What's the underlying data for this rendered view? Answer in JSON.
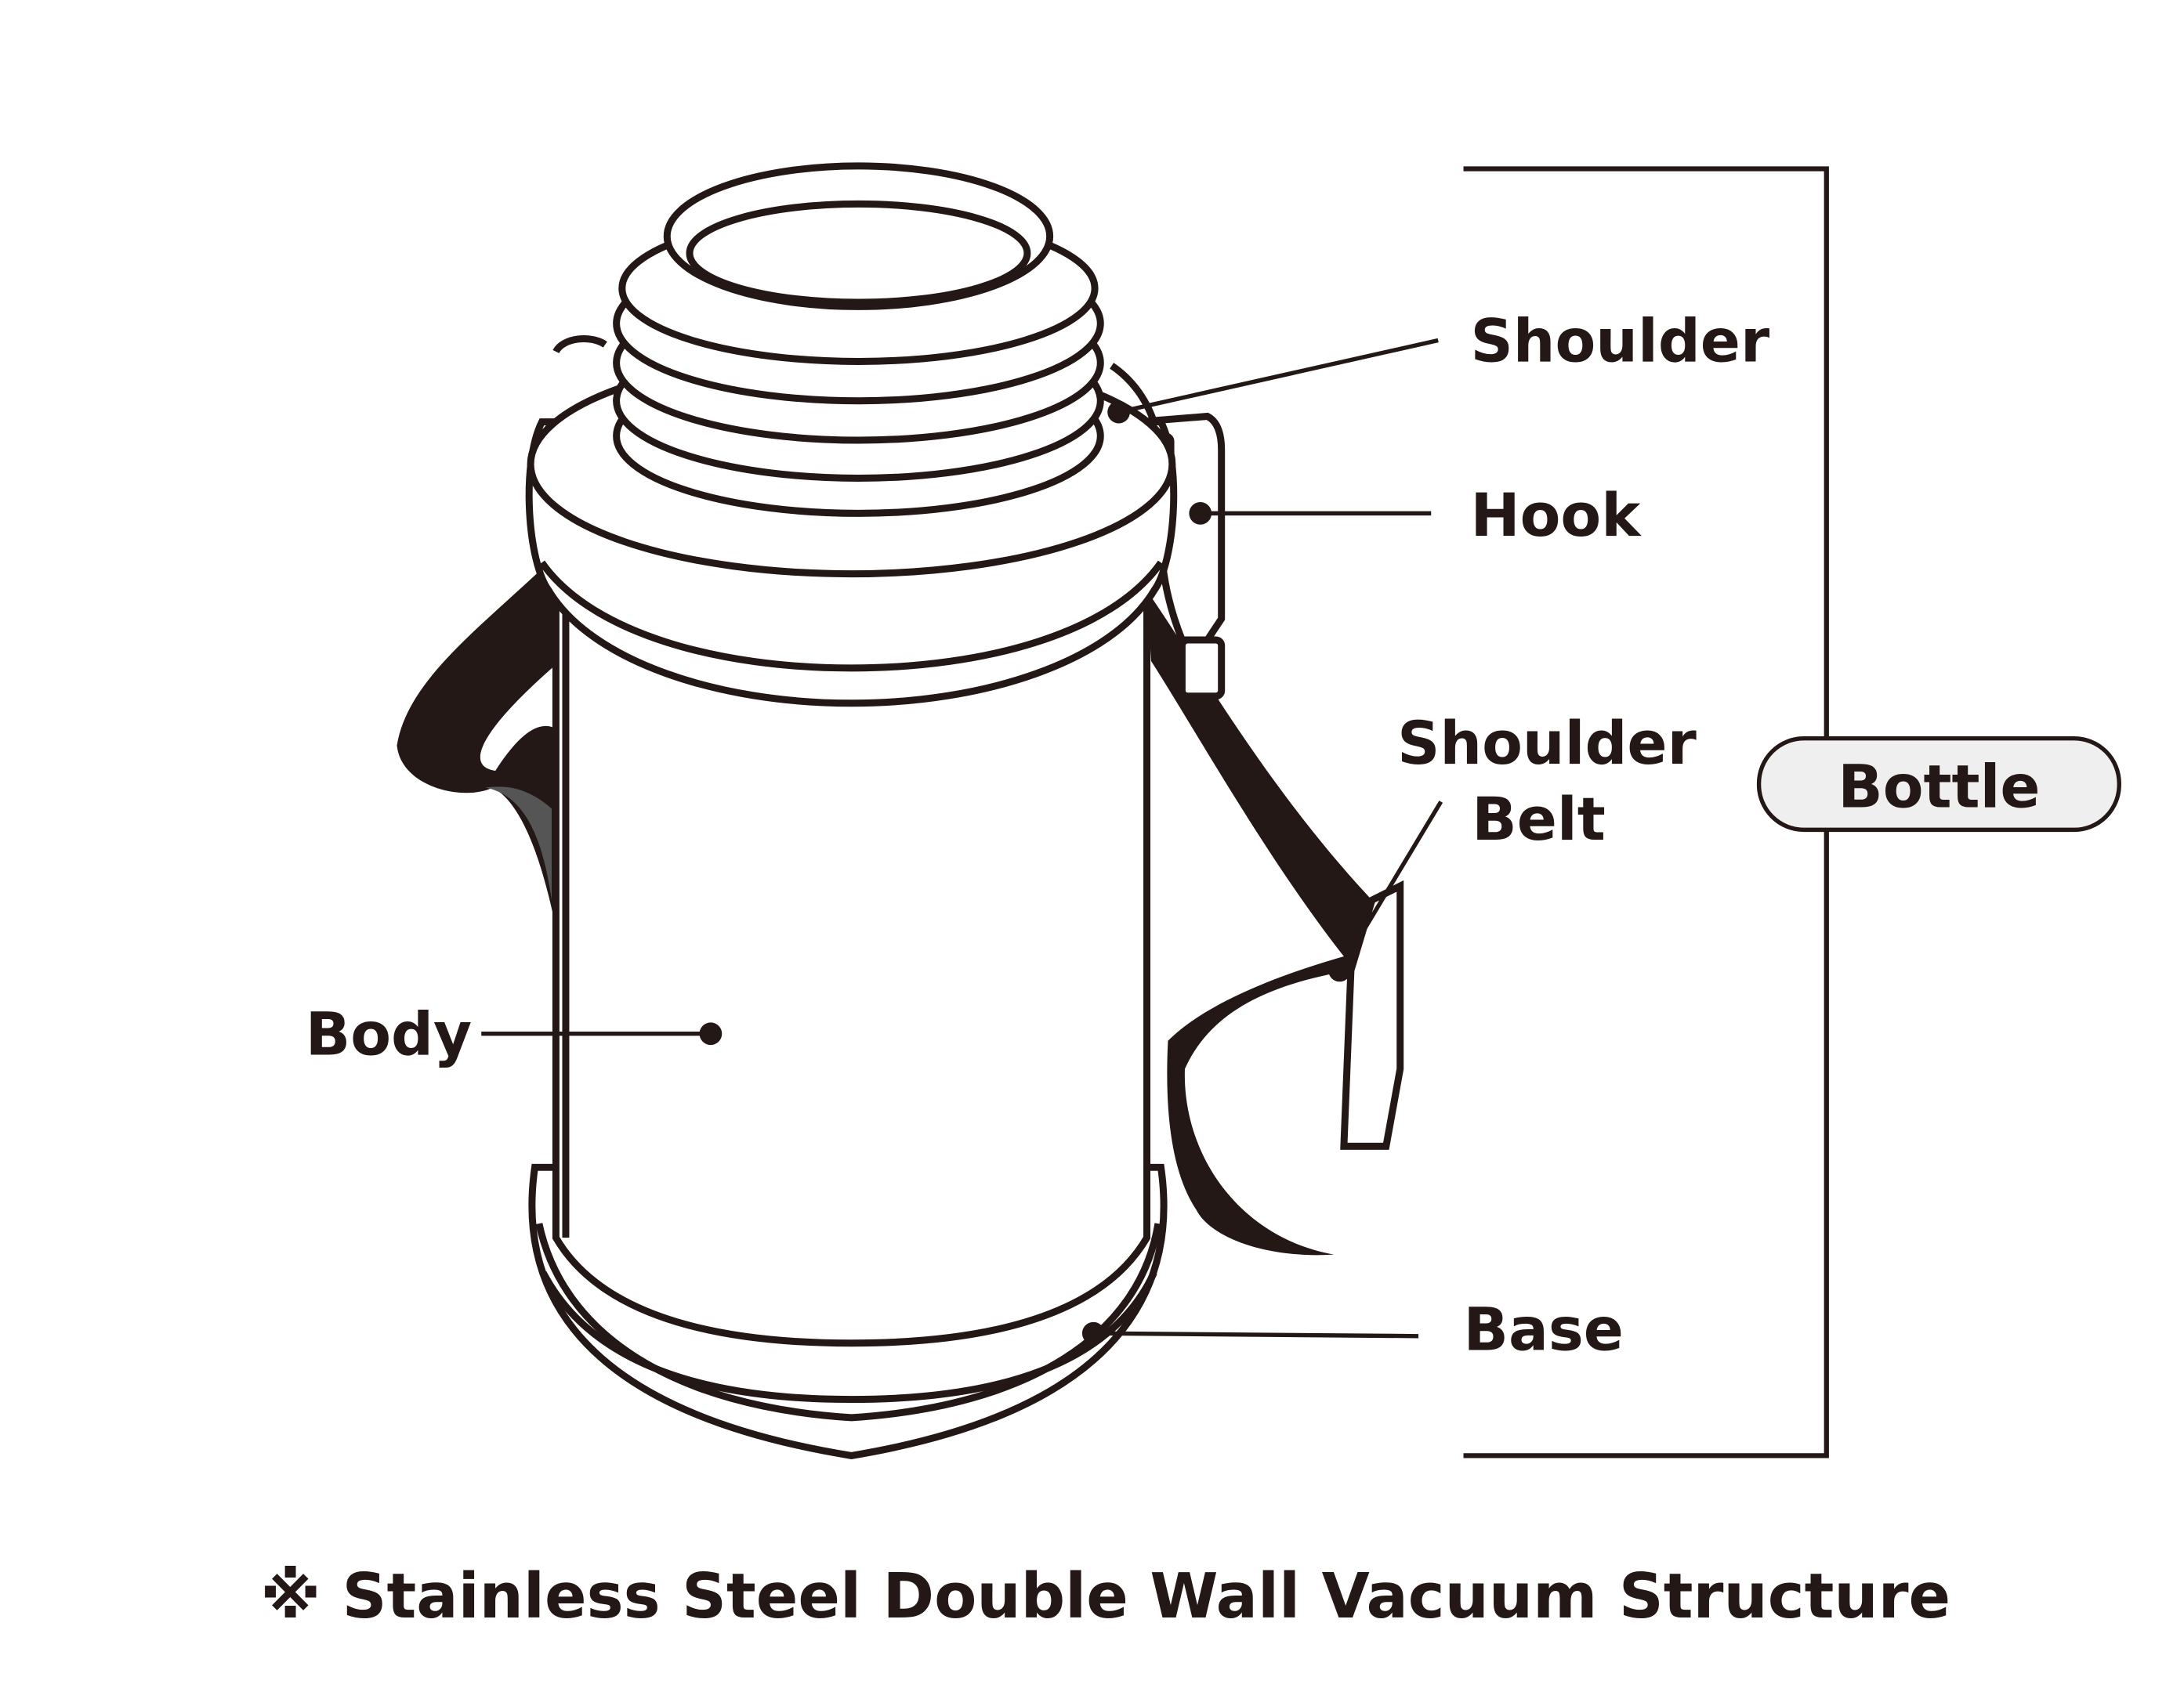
{
  "title_badge": "Bottle",
  "labels": {
    "shoulder": "Shoulder",
    "hook": "Hook",
    "shoulder_belt_line1": "Shoulder",
    "shoulder_belt_line2": "Belt",
    "body": "Body",
    "base": "Base"
  },
  "footnote": "※ Stainless Steel Double Wall Vacuum Structure",
  "colors": {
    "ink": "#231815",
    "badge_fill": "#efefef",
    "strap_shade": "#555555"
  }
}
